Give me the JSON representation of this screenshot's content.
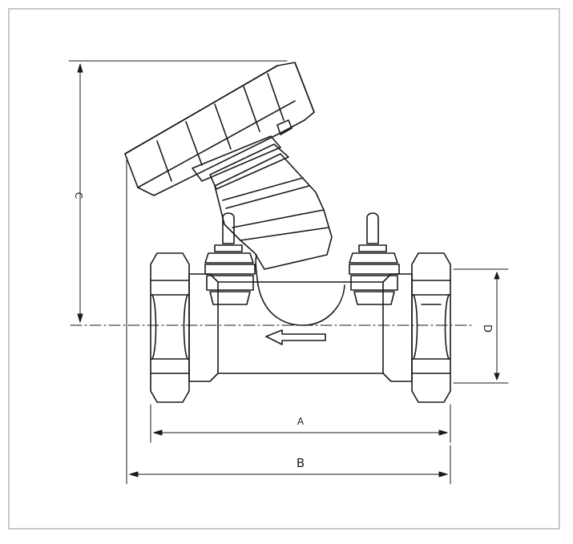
{
  "dimensions": {
    "a_label": "A",
    "b_label": "B",
    "c_label": "C",
    "d_label": "D"
  },
  "colors": {
    "line": "#1a1a1a",
    "frame": "#c8c8c8",
    "background": "#ffffff"
  },
  "icons": {
    "flow_arrow": "arrow-left-icon"
  }
}
